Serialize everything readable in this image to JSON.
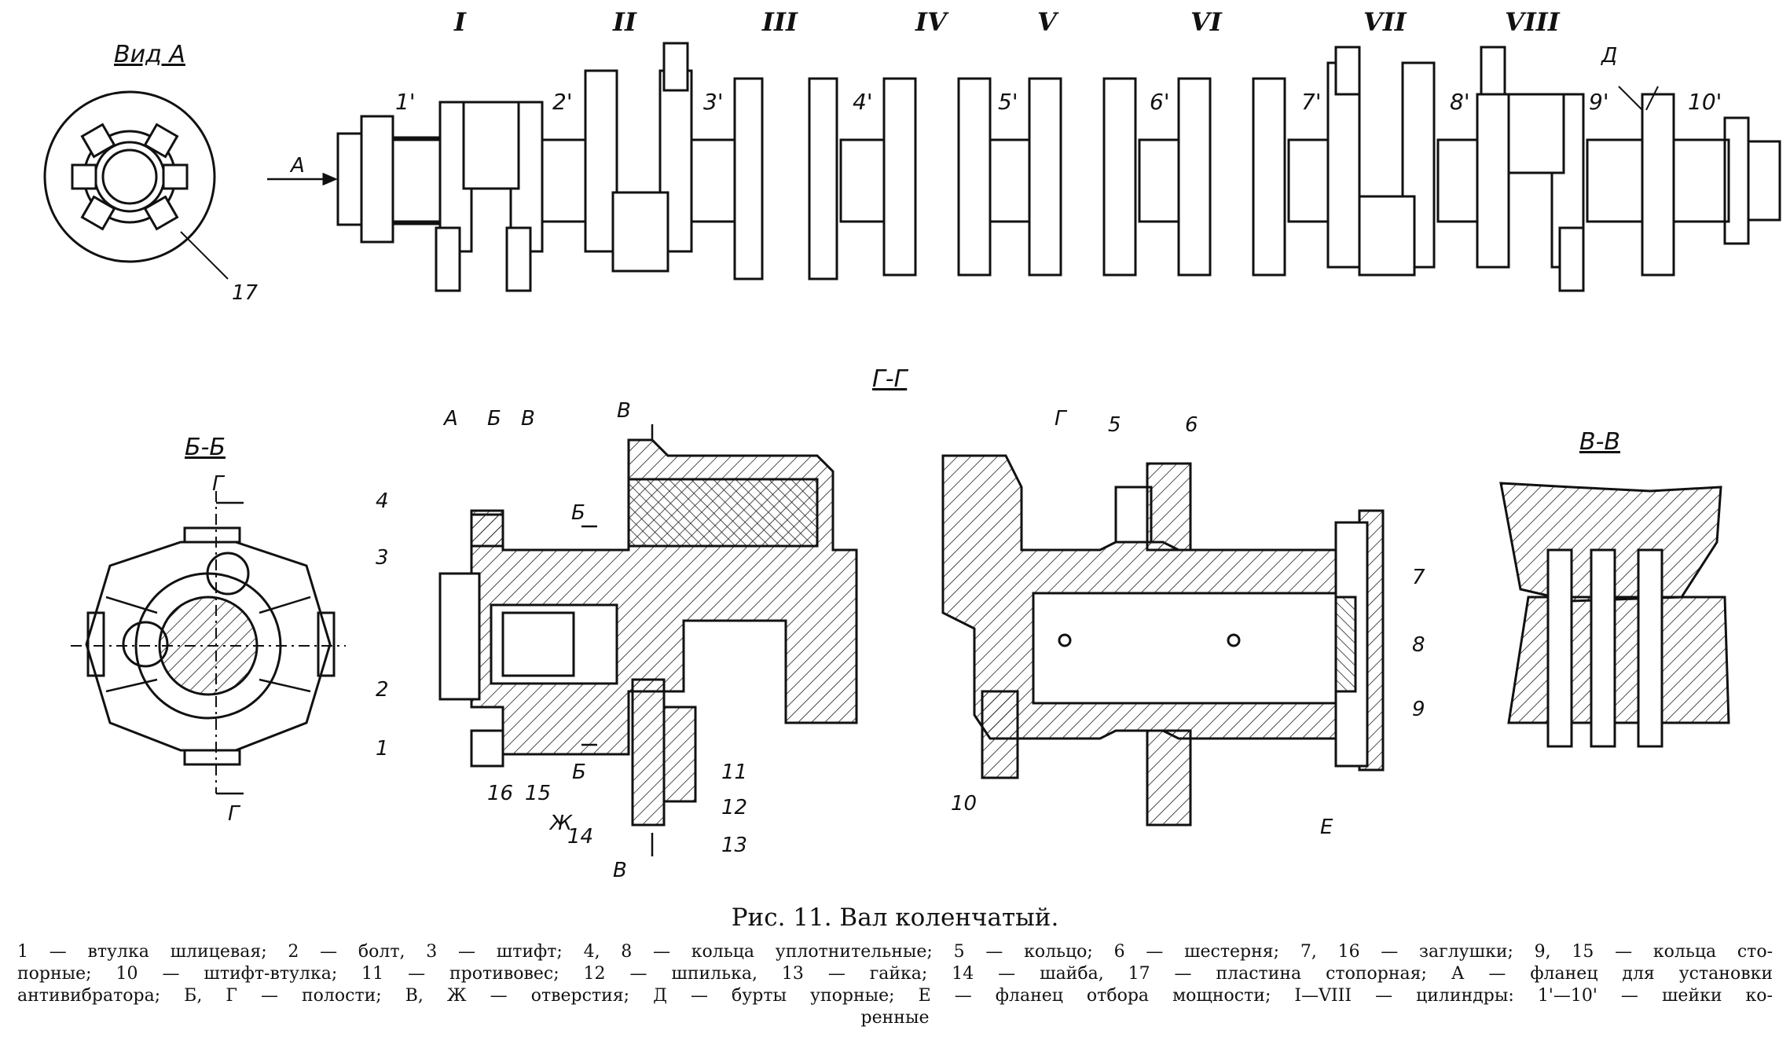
{
  "views": {
    "vid_a": "Вид А",
    "sec_bb": "Б-Б",
    "sec_gg": "Г-Г",
    "sec_vv": "В-В"
  },
  "cylinders": [
    "I",
    "II",
    "III",
    "IV",
    "V",
    "VI",
    "VII",
    "VIII"
  ],
  "journals": [
    "1'",
    "2'",
    "3'",
    "4'",
    "5'",
    "6'",
    "7'",
    "8'",
    "9'",
    "10'"
  ],
  "callouts": {
    "n1": "1",
    "n2": "2",
    "n3": "3",
    "n4": "4",
    "n5": "5",
    "n6": "6",
    "n7": "7",
    "n8": "8",
    "n9": "9",
    "n10": "10",
    "n11": "11",
    "n12": "12",
    "n13": "13",
    "n14": "14",
    "n15": "15",
    "n16": "16",
    "n17": "17",
    "A_arrow": "A",
    "A_flange": "А",
    "B1": "Б",
    "B2": "Б",
    "B3": "Б",
    "V_top": "В",
    "V_bot": "В",
    "V_hole": "В",
    "G_cav": "Г",
    "G_cut_top": "Г",
    "G_cut_bot": "Г",
    "D": "Д",
    "E": "Е",
    "Zh": "Ж"
  },
  "caption": {
    "title": "Рис. 11. Вал коленчатый.",
    "line1": "1 — втулка шлицевая; 2 — болт, 3 — штифт; 4, 8 — кольца уплотнительные; 5 — кольцо; 6 — шестерня; 7, 16 — заглушки; 9, 15 — кольца сто-",
    "line2": "порные; 10 — штифт-втулка; 11 — противовес; 12 — шпилька, 13 — гайка; 14 — шайба, 17 — пластина стопорная; А — фланец для установки",
    "line3": "антивибратора; Б, Г — полости; В, Ж — отверстия; Д — бурты упорные; Е — фланец отбора мощности; I—VIII — цилиндры: 1'—10' — шейки ко-",
    "line4": "ренные"
  }
}
